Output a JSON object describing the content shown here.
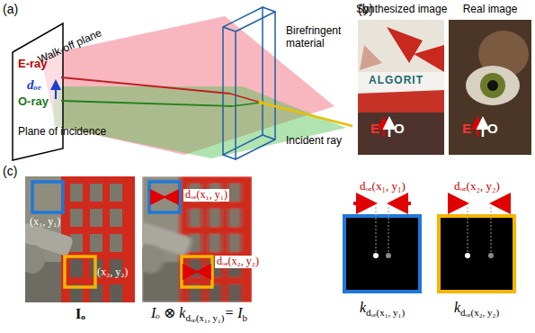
{
  "diagram": {
    "nodes": [
      {
        "text": [
          "Synthesized image",
          "ALGORIT",
          "E",
          "O"
        ]
      },
      {
        "text": [
          "Real image",
          "E",
          "O"
        ]
      }
    ],
    "labels": [
      "(a)",
      "Walk-off plane",
      "E-ray",
      "dₒₑ",
      "O-ray",
      "Plane of incidence",
      "Birefringent material",
      "Incident ray",
      "(b)",
      "(c)",
      "(x₁, y₁)",
      "(x₂, y₂)",
      "dₒₑ(x₁, y₁)",
      "dₒₑ(x₂, y₂)",
      "Iₒ",
      "Iₒ ⊗ k",
      "dₒₑ(x₁, y₁)",
      "= I",
      "b",
      "dₒₑ(x₁, y₁)",
      "dₒₑ(x₂, y₂)",
      "k",
      "dₒₑ(x₁, y₁)",
      "k",
      "dₒₑ(x₂, y₂)"
    ]
  }
}
